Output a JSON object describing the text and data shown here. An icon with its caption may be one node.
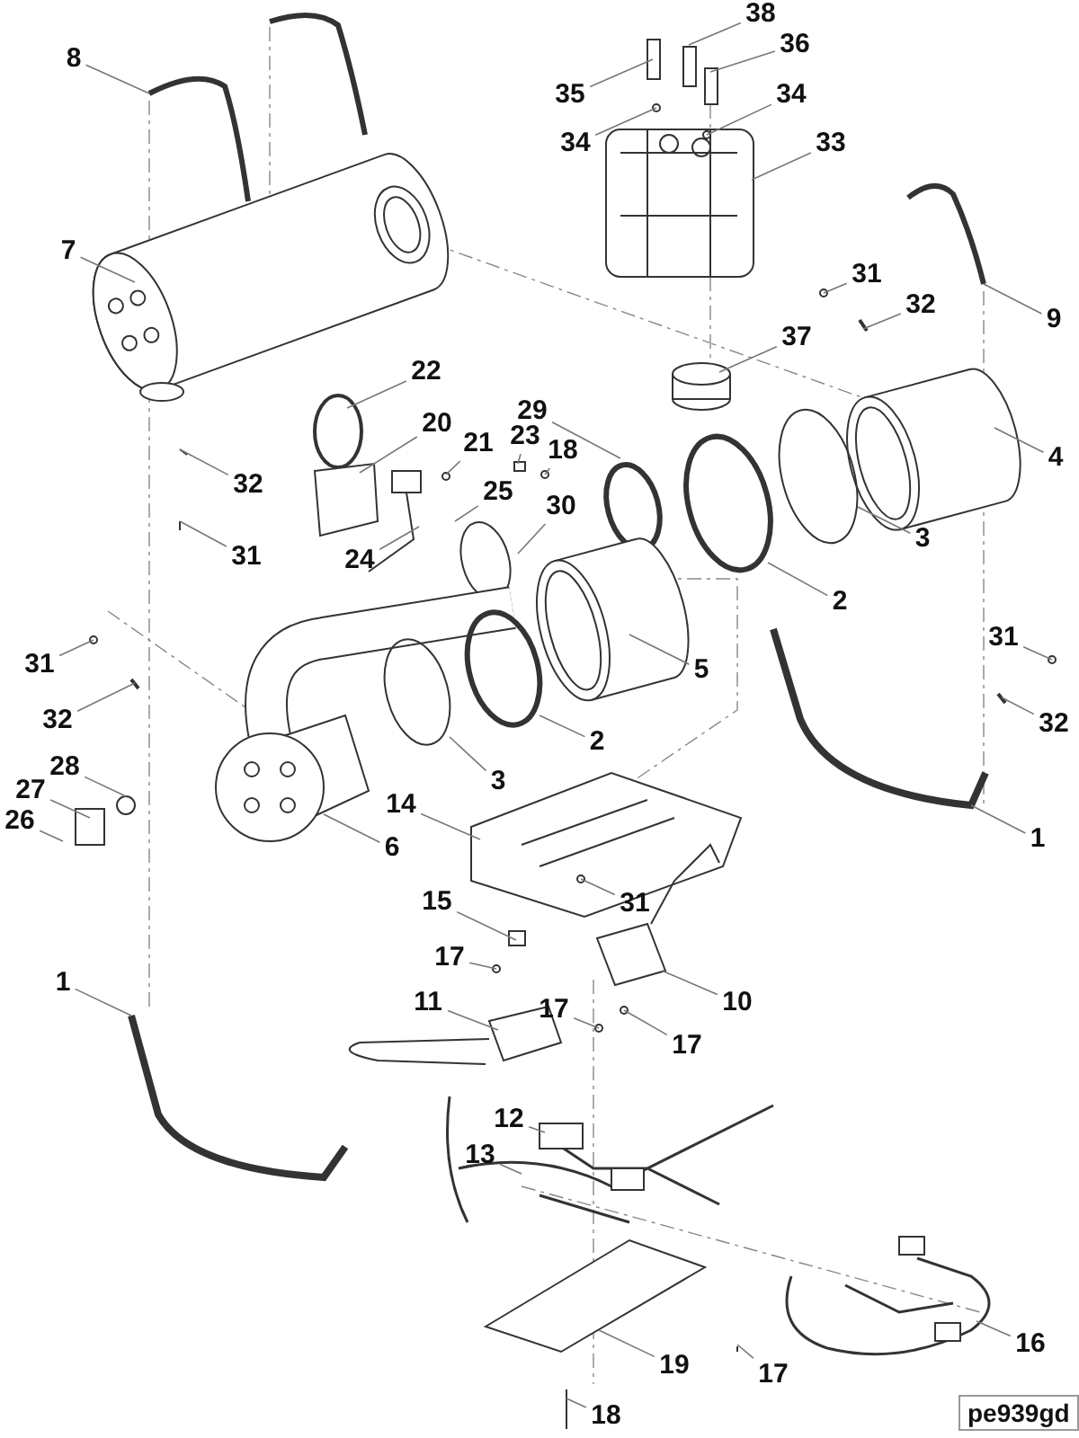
{
  "diagram": {
    "nodes": [
      {
        "text": [
          "38"
        ]
      },
      {
        "text": [
          "36"
        ]
      },
      {
        "text": [
          "8"
        ]
      },
      {
        "text": [
          "35"
        ]
      },
      {
        "text": [
          "34"
        ]
      },
      {
        "text": [
          "34"
        ]
      },
      {
        "text": [
          "33"
        ]
      },
      {
        "text": [
          "7"
        ]
      },
      {
        "text": [
          "31"
        ]
      },
      {
        "text": [
          "32"
        ]
      },
      {
        "text": [
          "9"
        ]
      },
      {
        "text": [
          "37"
        ]
      },
      {
        "text": [
          "22"
        ]
      },
      {
        "text": [
          "29"
        ]
      },
      {
        "text": [
          "20"
        ]
      },
      {
        "text": [
          "21"
        ]
      },
      {
        "text": [
          "23"
        ]
      },
      {
        "text": [
          "18"
        ]
      },
      {
        "text": [
          "4"
        ]
      },
      {
        "text": [
          "32"
        ]
      },
      {
        "text": [
          "25"
        ]
      },
      {
        "text": [
          "30"
        ]
      },
      {
        "text": [
          "3"
        ]
      },
      {
        "text": [
          "31"
        ]
      },
      {
        "text": [
          "24"
        ]
      },
      {
        "text": [
          "2"
        ]
      },
      {
        "text": [
          "31"
        ]
      },
      {
        "text": [
          "31"
        ]
      },
      {
        "text": [
          "5"
        ]
      },
      {
        "text": [
          "32"
        ]
      },
      {
        "text": [
          "32"
        ]
      },
      {
        "text": [
          "2"
        ]
      },
      {
        "text": [
          "28"
        ]
      },
      {
        "text": [
          "3"
        ]
      },
      {
        "text": [
          "27"
        ]
      },
      {
        "text": [
          "14"
        ]
      },
      {
        "text": [
          "26"
        ]
      },
      {
        "text": [
          "1"
        ]
      },
      {
        "text": [
          "6"
        ]
      },
      {
        "text": [
          "15"
        ]
      },
      {
        "text": [
          "31"
        ]
      },
      {
        "text": [
          "17"
        ]
      },
      {
        "text": [
          "1"
        ]
      },
      {
        "text": [
          "10"
        ]
      },
      {
        "text": [
          "11"
        ]
      },
      {
        "text": [
          "17"
        ]
      },
      {
        "text": [
          "17"
        ]
      },
      {
        "text": [
          "12"
        ]
      },
      {
        "text": [
          "13"
        ]
      },
      {
        "text": [
          "16"
        ]
      },
      {
        "text": [
          "19"
        ]
      },
      {
        "text": [
          "17"
        ]
      },
      {
        "text": [
          "18"
        ]
      },
      {
        "text": [
          "pe939gd"
        ]
      }
    ],
    "edges": [
      {
        "from": 0,
        "to": null,
        "arrow": "none"
      },
      {
        "from": 1,
        "to": null,
        "arrow": "none"
      },
      {
        "from": 2,
        "to": null,
        "arrow": "none"
      },
      {
        "from": 3,
        "to": null,
        "arrow": "none"
      },
      {
        "from": 4,
        "to": null,
        "arrow": "none"
      },
      {
        "from": 5,
        "to": null,
        "arrow": "none"
      },
      {
        "from": 6,
        "to": null,
        "arrow": "none"
      },
      {
        "from": 7,
        "to": null,
        "arrow": "none"
      },
      {
        "from": 8,
        "to": null,
        "arrow": "none"
      },
      {
        "from": 9,
        "to": null,
        "arrow": "none"
      },
      {
        "from": 10,
        "to": null,
        "arrow": "none"
      },
      {
        "from": 11,
        "to": null,
        "arrow": "none"
      },
      {
        "from": 12,
        "to": null,
        "arrow": "none"
      },
      {
        "from": 13,
        "to": null,
        "arrow": "none"
      },
      {
        "from": 14,
        "to": null,
        "arrow": "none"
      },
      {
        "from": 15,
        "to": null,
        "arrow": "none"
      },
      {
        "from": 16,
        "to": null,
        "arrow": "none"
      },
      {
        "from": 17,
        "to": null,
        "arrow": "none"
      },
      {
        "from": 18,
        "to": null,
        "arrow": "none"
      },
      {
        "from": 19,
        "to": null,
        "arrow": "none"
      },
      {
        "from": 20,
        "to": null,
        "arrow": "none"
      },
      {
        "from": 21,
        "to": null,
        "arrow": "none"
      },
      {
        "from": 22,
        "to": null,
        "arrow": "none"
      },
      {
        "from": 23,
        "to": null,
        "arrow": "none"
      },
      {
        "from": 24,
        "to": null,
        "arrow": "none"
      },
      {
        "from": 25,
        "to": null,
        "arrow": "none"
      },
      {
        "from": 26,
        "to": null,
        "arrow": "none"
      },
      {
        "from": 27,
        "to": null,
        "arrow": "none"
      },
      {
        "from": 28,
        "to": null,
        "arrow": "none"
      },
      {
        "from": 29,
        "to": null,
        "arrow": "none"
      },
      {
        "from": 30,
        "to": null,
        "arrow": "none"
      },
      {
        "from": 31,
        "to": null,
        "arrow": "none"
      },
      {
        "from": 32,
        "to": null,
        "arrow": "none"
      },
      {
        "from": 33,
        "to": null,
        "arrow": "none"
      },
      {
        "from": 34,
        "to": null,
        "arrow": "none"
      },
      {
        "from": 35,
        "to": null,
        "arrow": "none"
      },
      {
        "from": 36,
        "to": null,
        "arrow": "none"
      },
      {
        "from": 37,
        "to": null,
        "arrow": "none"
      },
      {
        "from": 38,
        "to": null,
        "arrow": "none"
      },
      {
        "from": 39,
        "to": null,
        "arrow": "none"
      },
      {
        "from": 40,
        "to": null,
        "arrow": "none"
      },
      {
        "from": 41,
        "to": null,
        "arrow": "none"
      },
      {
        "from": 42,
        "to": null,
        "arrow": "none"
      },
      {
        "from": 43,
        "to": null,
        "arrow": "none"
      },
      {
        "from": 44,
        "to": null,
        "arrow": "none"
      },
      {
        "from": 45,
        "to": null,
        "arrow": "none"
      },
      {
        "from": 46,
        "to": null,
        "arrow": "none"
      },
      {
        "from": 47,
        "to": null,
        "arrow": "none"
      },
      {
        "from": 48,
        "to": null,
        "arrow": "none"
      },
      {
        "from": 49,
        "to": null,
        "arrow": "none"
      },
      {
        "from": 50,
        "to": null,
        "arrow": "none"
      },
      {
        "from": 51,
        "to": null,
        "arrow": "none"
      },
      {
        "from": 52,
        "to": null,
        "arrow": "none"
      }
    ]
  }
}
